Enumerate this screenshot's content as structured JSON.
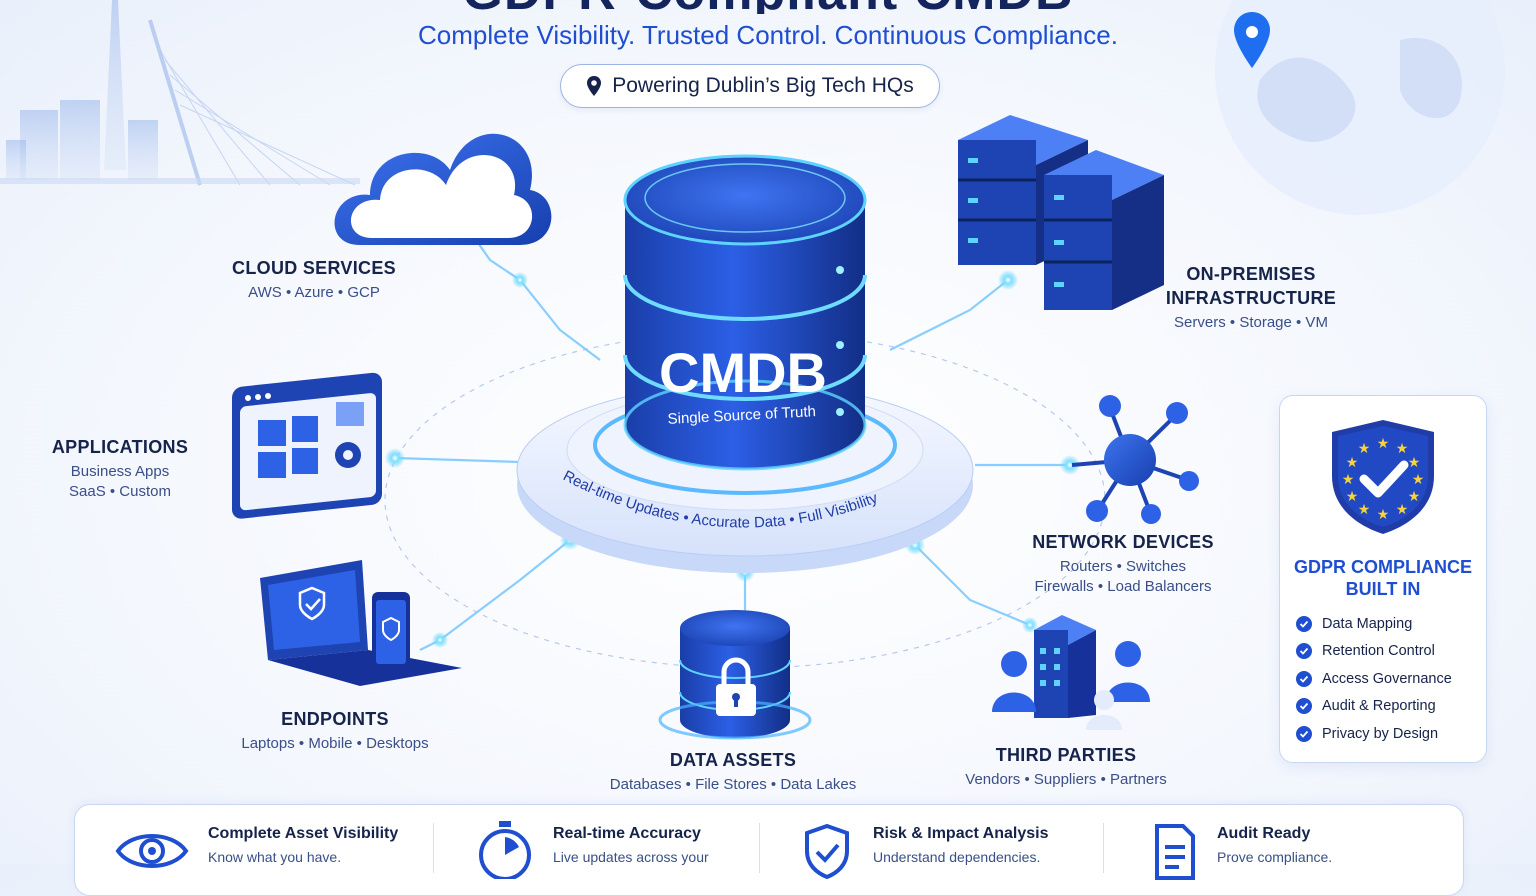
{
  "header": {
    "title": "GDPR-Compliant CMDB",
    "subtitle": "Complete Visibility. Trusted Control. Continuous Compliance.",
    "location_pill": "Powering Dublin’s Big Tech HQs",
    "pin_icon": "map-pin-icon"
  },
  "hub": {
    "label": "CMDB",
    "tagline": "Single Source of Truth",
    "ring_text": [
      "Real-time Updates",
      "Accurate Data",
      "Full Visibility"
    ],
    "separator": "•"
  },
  "nodes": {
    "cloud": {
      "title": "CLOUD SERVICES",
      "sub": "AWS  •  Azure  •  GCP",
      "icon": "cloud-icon"
    },
    "onprem": {
      "title_1": "ON-PREMISES",
      "title_2": "INFRASTRUCTURE",
      "sub": "Servers  •  Storage  •  VM",
      "icon": "server-rack-icon"
    },
    "apps": {
      "title": "APPLICATIONS",
      "sub_1": "Business Apps",
      "sub_2": "SaaS  •  Custom",
      "icon": "application-window-icon"
    },
    "network": {
      "title": "NETWORK DEVICES",
      "sub_1": "Routers  •  Switches",
      "sub_2": "Firewalls  •  Load Balancers",
      "icon": "network-node-icon"
    },
    "endpoints": {
      "title": "ENDPOINTS",
      "sub": "Laptops  •  Mobile  •  Desktops",
      "icon": "laptop-phone-icon"
    },
    "data": {
      "title": "DATA ASSETS",
      "sub": "Databases  •  File Stores  •  Data Lakes",
      "icon": "locked-database-icon"
    },
    "third": {
      "title": "THIRD PARTIES",
      "sub": "Vendors  •  Suppliers  •  Partners",
      "icon": "building-people-icon"
    }
  },
  "gdpr_panel": {
    "title_1": "GDPR COMPLIANCE",
    "title_2": "BUILT IN",
    "icon": "eu-shield-check-icon",
    "items": [
      "Data Mapping",
      "Retention Control",
      "Access Governance",
      "Audit & Reporting",
      "Privacy by Design"
    ]
  },
  "features": [
    {
      "title": "Complete Asset Visibility",
      "desc": "Know what you have.",
      "icon": "eye-icon"
    },
    {
      "title": "Real-time Accuracy",
      "desc": "Live updates across your",
      "icon": "stopwatch-icon"
    },
    {
      "title": "Risk & Impact Analysis",
      "desc": "Understand dependencies.",
      "icon": "shield-check-icon"
    },
    {
      "title": "Audit Ready",
      "desc": "Prove compliance.",
      "icon": "document-icon"
    }
  ],
  "colors": {
    "primary": "#1f4fd0",
    "dark": "#14245c",
    "glow": "#5fd3ff",
    "eu_blue": "#1f3ca8",
    "eu_star": "#f7d23a"
  }
}
